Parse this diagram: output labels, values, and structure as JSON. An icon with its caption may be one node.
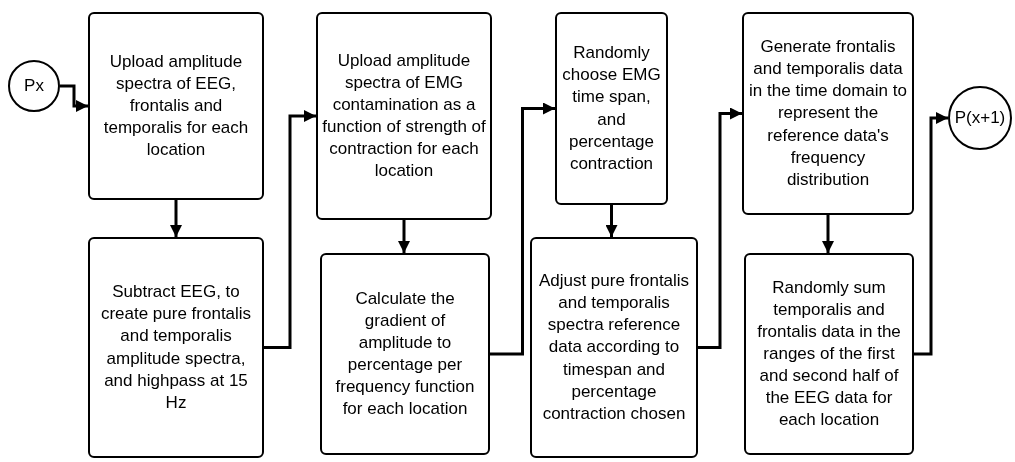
{
  "diagram": {
    "nodes": [
      {
        "text": [
          "Px"
        ]
      },
      {
        "text": [
          "Upload amplitude spectra of EEG, frontalis and temporalis for each location"
        ]
      },
      {
        "text": [
          "Subtract EEG, to create pure frontalis and temporalis amplitude spectra, and highpass at 15 Hz"
        ]
      },
      {
        "text": [
          "Upload amplitude spectra of EMG contamination as a function of strength of contraction for each location"
        ]
      },
      {
        "text": [
          "Calculate the gradient of amplitude to percentage per frequency function for each location"
        ]
      },
      {
        "text": [
          "Randomly choose EMG time span, and percentage contraction"
        ]
      },
      {
        "text": [
          "Adjust pure frontalis and temporalis spectra reference data according to timespan and percentage contraction chosen"
        ]
      },
      {
        "text": [
          "Generate frontalis and temporalis data in the time domain to represent the reference data's frequency distribution"
        ]
      },
      {
        "text": [
          "Randomly sum temporalis and frontalis data in the ranges of the first and second half of the EEG data for each location"
        ]
      },
      {
        "text": [
          "P(x+1)"
        ]
      }
    ],
    "edges": [
      {
        "from": 0,
        "to": 1,
        "arrow": "to"
      },
      {
        "from": 1,
        "to": 2,
        "arrow": "to"
      },
      {
        "from": 2,
        "to": 3,
        "arrow": "to"
      },
      {
        "from": 3,
        "to": 4,
        "arrow": "to"
      },
      {
        "from": 4,
        "to": 5,
        "arrow": "to"
      },
      {
        "from": 5,
        "to": 6,
        "arrow": "to"
      },
      {
        "from": 6,
        "to": 7,
        "arrow": "to"
      },
      {
        "from": 7,
        "to": 8,
        "arrow": "to"
      },
      {
        "from": 8,
        "to": 9,
        "arrow": "to"
      }
    ]
  }
}
